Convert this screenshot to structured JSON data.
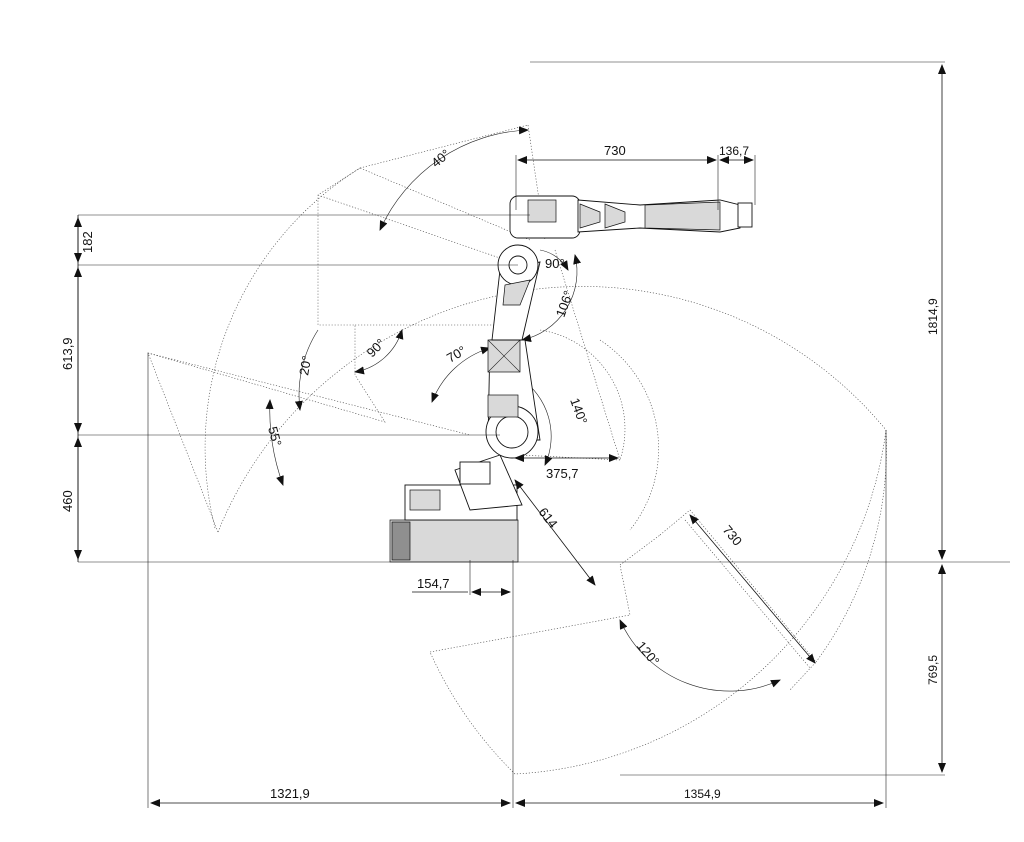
{
  "dimensions": {
    "arm_length": "730",
    "tool_offset": "136,7",
    "height_upper": "182",
    "height_mid": "613,9",
    "height_base": "460",
    "total_height": "1814,9",
    "reach_lower": "769,5",
    "base_offset": "154,7",
    "reach_left": "1321,9",
    "reach_right": "1354,9",
    "reach_forward": "375,7",
    "link_614": "614",
    "link_730_lower": "730"
  },
  "angles": {
    "a40": "40°",
    "a90_wrist": "90°",
    "a106": "106°",
    "a90_back": "90°",
    "a20": "20°",
    "a70": "70°",
    "a140": "140°",
    "a55": "55°",
    "a120": "120°"
  },
  "colors": {
    "line": "#111111",
    "envelope": "#444444",
    "robot_fill": "#d9d9d9"
  }
}
